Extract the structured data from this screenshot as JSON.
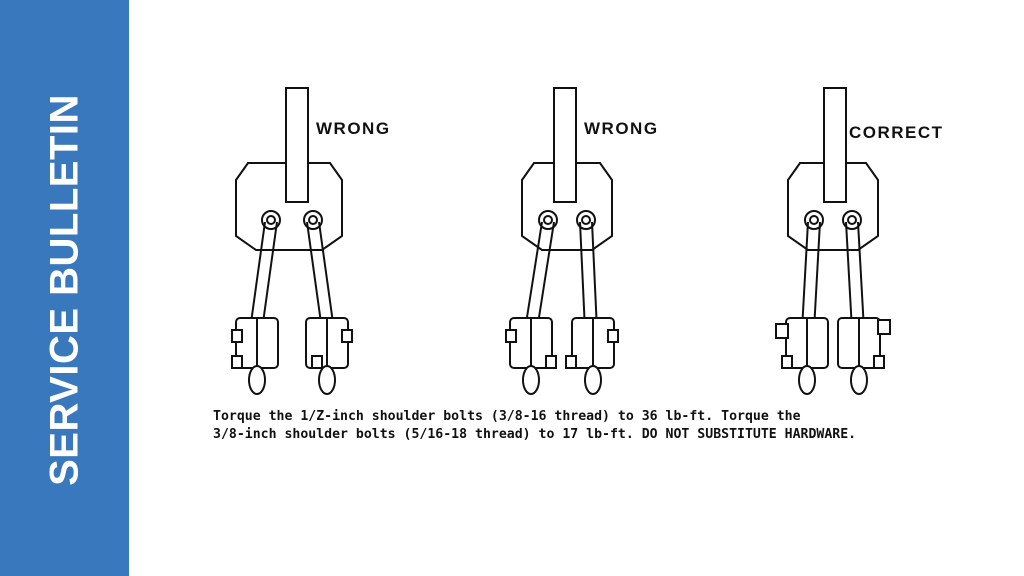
{
  "sidebar": {
    "title": "SERVICE BULLETIN",
    "color": "#3a78bd"
  },
  "figures": [
    {
      "label": "WRONG"
    },
    {
      "label": "WRONG"
    },
    {
      "label": "CORRECT"
    }
  ],
  "caption": {
    "line1": "Torque the 1/Z-inch shoulder bolts (3/8-16 thread) to 36 lb-ft.  Torque the",
    "line2": "3/8-inch shoulder bolts (5/16-18 thread) to 17 lb-ft. DO NOT SUBSTITUTE HARDWARE."
  }
}
